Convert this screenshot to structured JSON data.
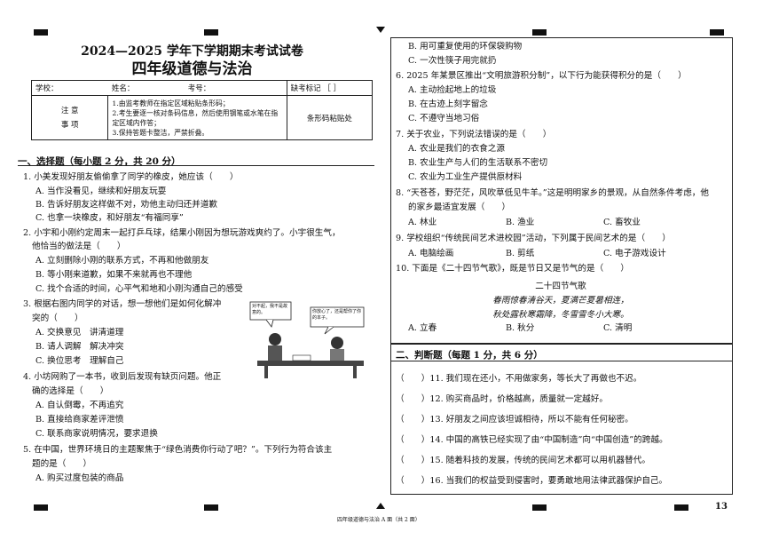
{
  "header": {
    "title": "2024—2025 学年下学期期末考试试卷",
    "subject": "四年级道德与法治"
  },
  "info": {
    "school": "学校：",
    "name": "姓名：",
    "exam_no": "考号：",
    "absent": "缺考标记 ［ ］",
    "notes_label": "注 意\n事 项",
    "notes": [
      "1.由监考教师在指定区域粘贴条形码；",
      "2.考生要逐一核对条码信息，然后使用钢笔或水笔在指定区域内作答；",
      "3.保持答题卡整洁，严禁折叠。"
    ],
    "barcode": "条形码粘贴处"
  },
  "section1": {
    "title": "一、选择题（每小题 2 分，共 20 分）",
    "questions": [
      {
        "lines": [
          "1. 小美发现好朋友偷偷拿了同学的橡皮，她应该（　　）"
        ],
        "options": [
          "A. 当作没看见，继续和好朋友玩耍",
          "B. 告诉好朋友这样做不对，劝他主动归还并道歉",
          "C. 也拿一块橡皮，和好朋友“有福同享”"
        ]
      },
      {
        "lines": [
          "2. 小宇和小刚约定周末一起打乒乓球，结果小刚因为想玩游戏爽约了。小宇很生气，",
          "他恰当的做法是（　　）"
        ],
        "options": [
          "A. 立刻删除小刚的联系方式，不再和他做朋友",
          "B. 等小刚来道歉，如果不来就再也不理他",
          "C. 找个合适的时间，心平气和地和小刚沟通自己的感受"
        ]
      },
      {
        "lines": [
          "3. 根据右图内同学的对话，想一想他们是如何化解冲",
          "突的（　　）"
        ],
        "options": [
          "A. 交换意见　讲清道理",
          "B. 请人调解　解决冲突",
          "C. 换位思考　理解自己"
        ],
        "bubble_left": "对不起，我不是故意的。",
        "bubble_right": "你放心了，还是帮你了你的本子。"
      },
      {
        "lines": [
          "4. 小坊网购了一本书，收到后发现有缺页问题。他正",
          "确的选择是（　　）"
        ],
        "options": [
          "A. 自认倒霉，不再追究",
          "B. 直接给商家差评泄愤",
          "C. 联系商家说明情况，要求退换"
        ]
      },
      {
        "lines": [
          "5. 在中国，世界环境日的主题聚焦于“绿色消费你行动了吧？”。下列行为符合该主",
          "题的是（　　）"
        ],
        "options": [
          "A. 购买过度包装的商品"
        ]
      }
    ]
  },
  "right": {
    "q5_rest": [
      "B. 用可重复使用的环保袋购物",
      "C. 一次性筷子用完就扔"
    ],
    "questions": [
      {
        "lines": [
          "6. 2025 年某景区推出“文明旅游积分制”，以下行为能获得积分的是（　　）"
        ],
        "options": [
          "A. 主动捡起地上的垃圾",
          "B. 在古迹上刻字留念",
          "C. 不遵守当地习俗"
        ]
      },
      {
        "lines": [
          "7. 关于农业，下列说法错误的是（　　）"
        ],
        "options": [
          "A. 农业是我们的衣食之源",
          "B. 农业生产与人们的生活联系不密切",
          "C. 农业为工业生产提供原材料"
        ]
      },
      {
        "lines": [
          "8. “天苍苍，野茫茫，风吹草低见牛羊。”这是明明家乡的景观，从自然条件考虑，他",
          "的家乡最适宜发展（　　）"
        ],
        "options_inline": [
          "A. 林业",
          "B. 渔业",
          "C. 畜牧业"
        ]
      },
      {
        "lines": [
          "9. 学校组织“传统民间艺术进校园”活动，下列属于民间艺术的是（　　）"
        ],
        "options_inline": [
          "A. 电脑绘画",
          "B. 剪纸",
          "C. 电子游戏设计"
        ]
      },
      {
        "lines": [
          "10. 下面是《二十四节气歌》，既是节日又是节气的是（　　）"
        ],
        "poem_title": "二十四节气歌",
        "poem": [
          "春雨惊春清谷天，夏满芒夏暑相连，",
          "秋处露秋寒霜降，冬雪雪冬小大寒。"
        ],
        "options_inline": [
          "A. 立春",
          "B. 秋分",
          "C. 清明"
        ]
      }
    ]
  },
  "section2": {
    "title": "二、判断题（每题 1 分，共 6 分）",
    "items": [
      "（　　）11. 我们现在还小，不用做家务，等长大了再做也不迟。",
      "（　　）12. 购买商品时，价格越高，质量就一定越好。",
      "（　　）13. 好朋友之间应该坦诚相待，所以不能有任何秘密。",
      "（　　）14. 中国的高铁已经实现了由“中国制造”向“中国创造”的跨越。",
      "（　　）15. 随着科技的发展，传统的民间艺术都可以用机器替代。",
      "（　　）16. 当我们的权益受到侵害时，要勇敢地用法律武器保护自己。"
    ]
  },
  "footer": {
    "text": "四年级道德与法治 A 面（共 2 面）",
    "corner": "13"
  }
}
